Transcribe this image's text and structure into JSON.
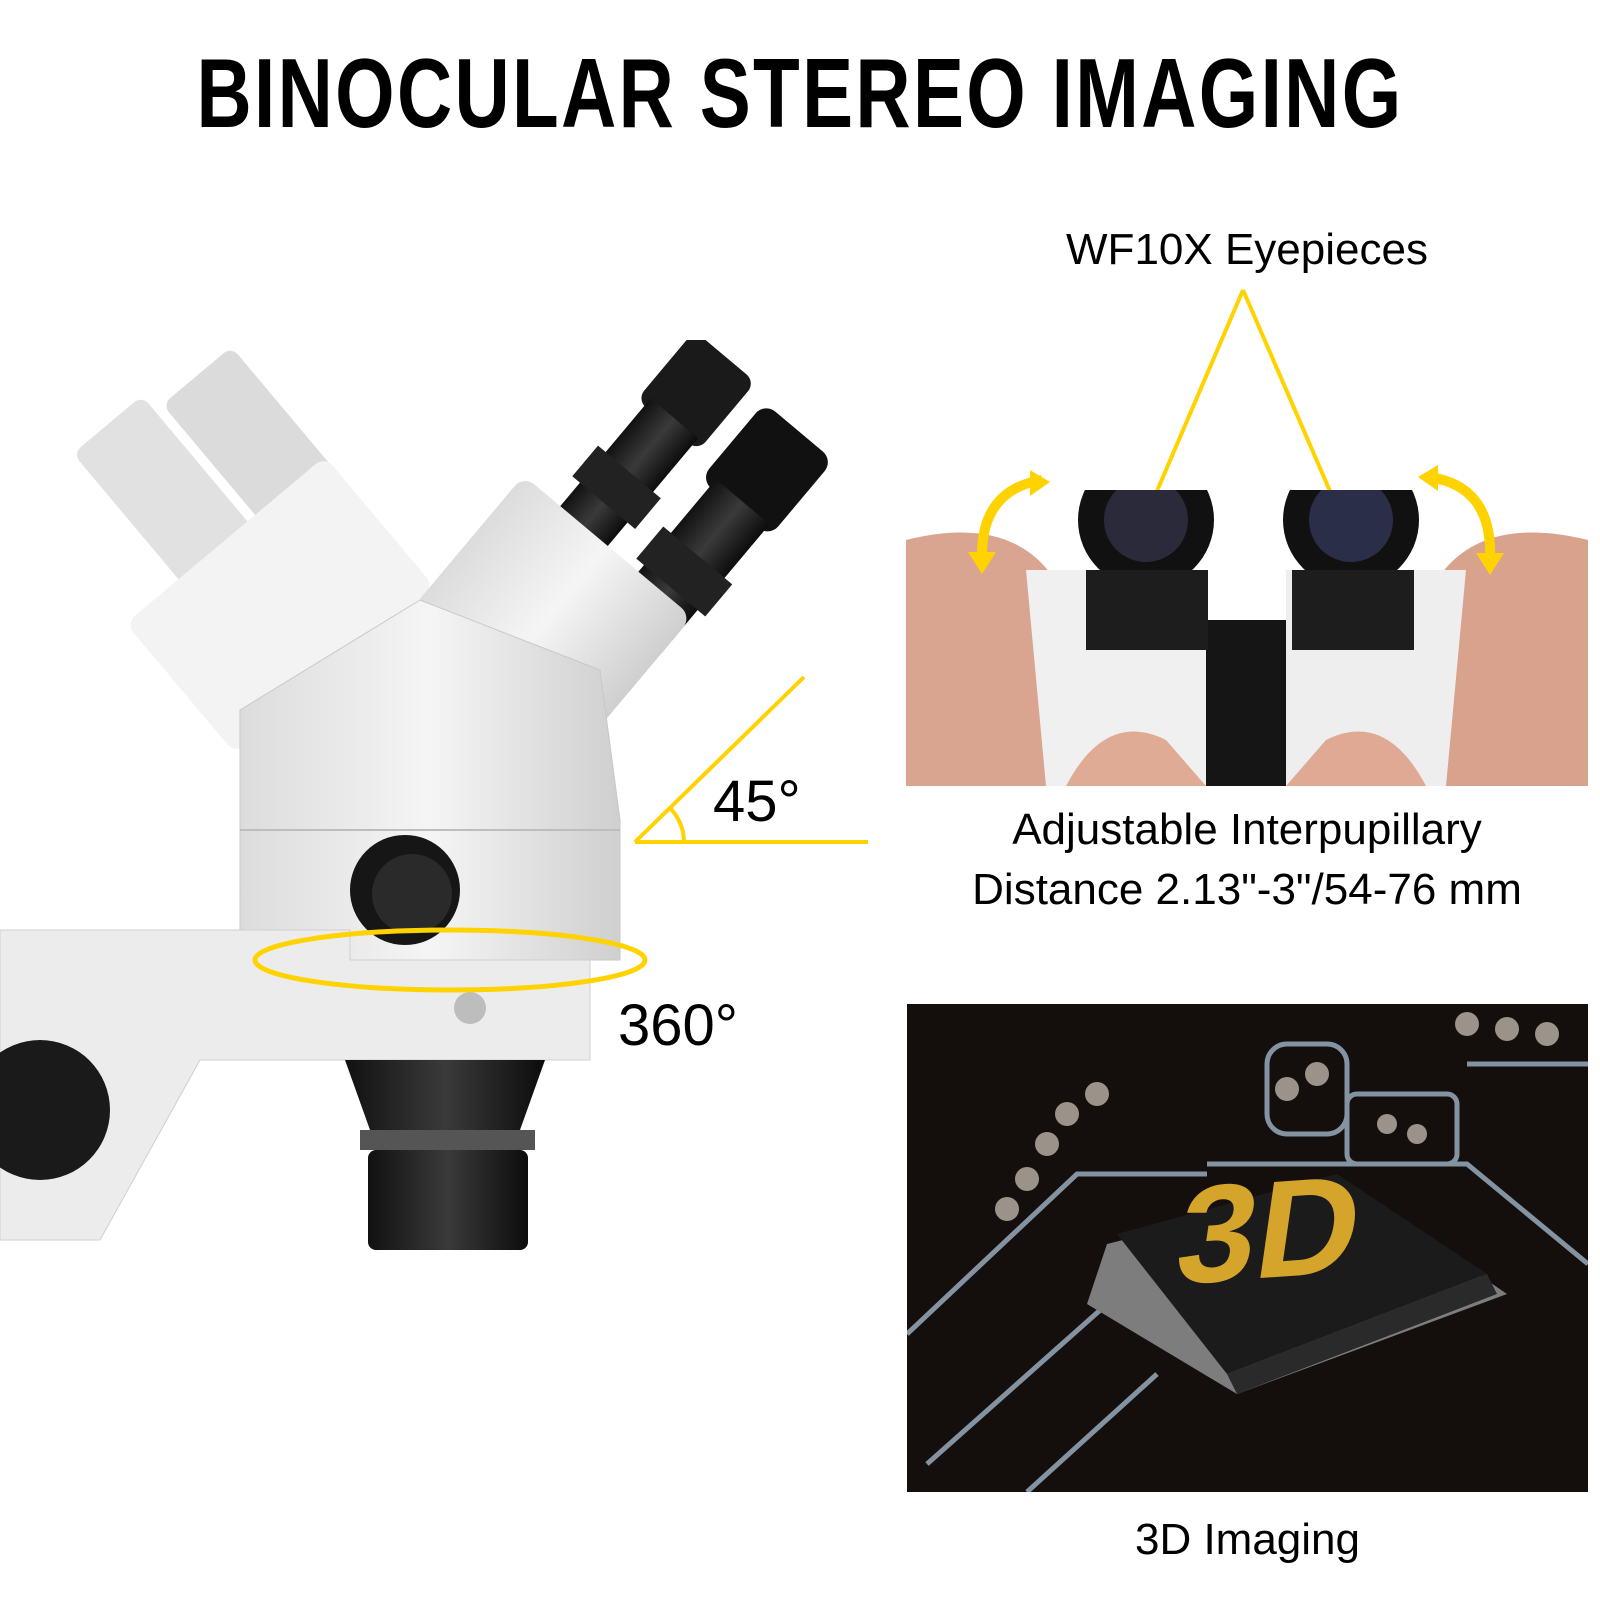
{
  "header": {
    "title": "BINOCULAR STEREO IMAGING"
  },
  "colors": {
    "accent_yellow": "#FFD200",
    "text": "#000000",
    "background": "#FFFFFF",
    "gold": "#D4A52A"
  },
  "main_illustration": {
    "subject": "stereo microscope head",
    "tilt_angle_label": "45°",
    "rotation_label": "360°"
  },
  "eyepiece_panel": {
    "callout_label": "WF10X Eyepieces",
    "caption_line1": "Adjustable Interpupillary",
    "caption_line2": "Distance 2.13\"-3\"/54-76 mm",
    "icons": [
      "curved-arrow-left",
      "curved-arrow-right"
    ]
  },
  "imaging_panel": {
    "chip_text": "3D",
    "caption": "3D Imaging"
  }
}
